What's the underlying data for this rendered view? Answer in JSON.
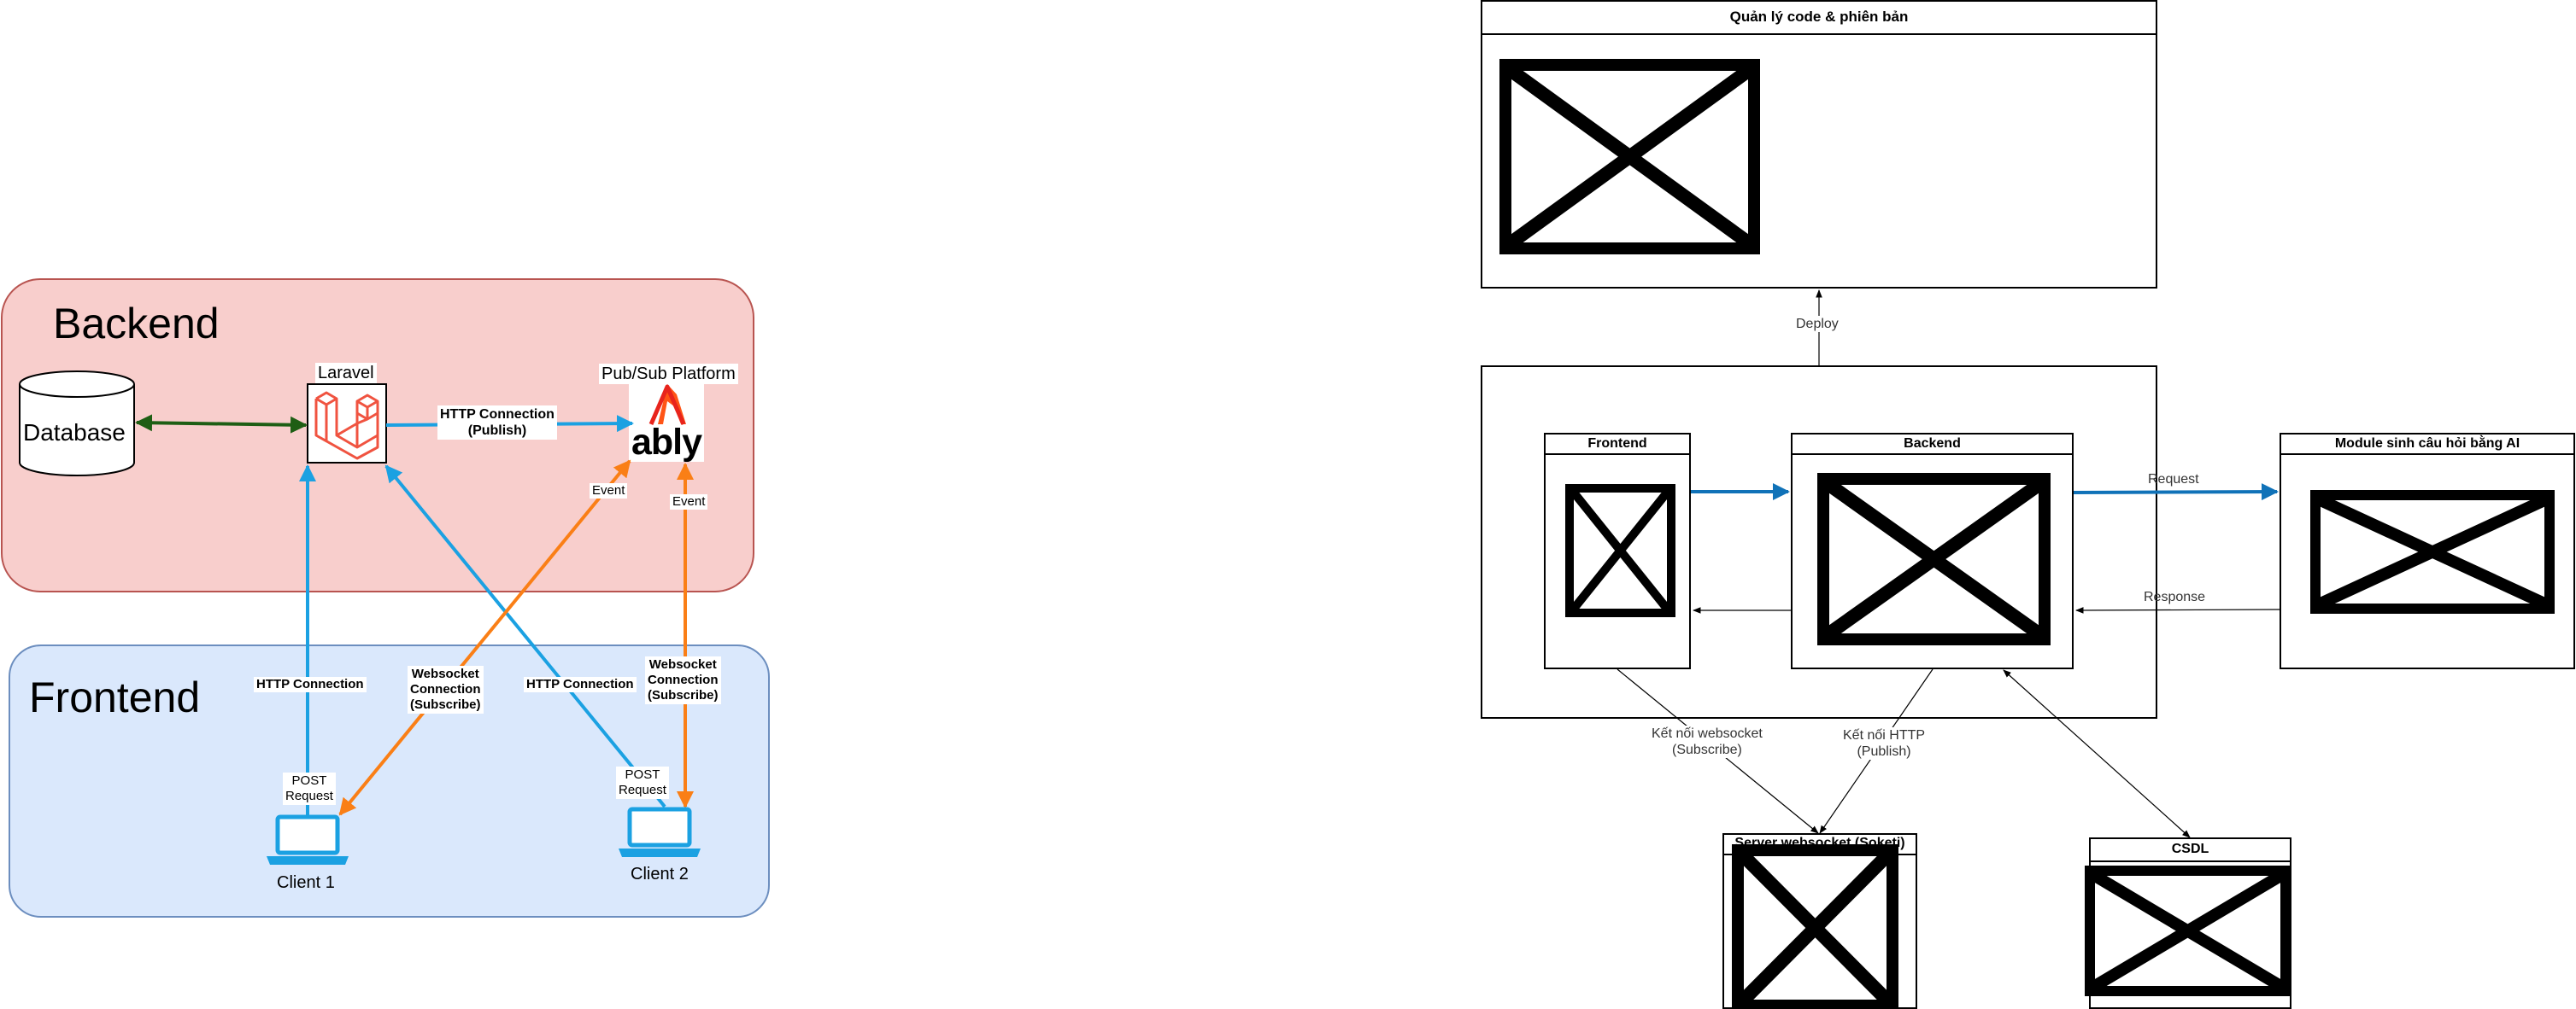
{
  "colors": {
    "backend_zone_fill": "#f8cecc",
    "backend_zone_border": "#b85450",
    "frontend_zone_fill": "#dae8fc",
    "frontend_zone_border": "#6c8ebf",
    "http_arrow": "#1ba1e2",
    "websocket_arrow": "#fa7f16",
    "db_arrow": "#1e5e14",
    "flow_arrow": "#1072b8",
    "laravel_red": "#f05340",
    "ably_orange": "#ff5416",
    "client_blue": "#1ba1e2"
  },
  "left": {
    "backend_title": "Backend",
    "frontend_title": "Frontend",
    "database_label": "Database",
    "laravel_label": "Laravel",
    "pubsub_label": "Pub/Sub Platform",
    "ably_wordmark": "ably",
    "http_publish_label": "HTTP Connection\n(Publish)",
    "event_label_1": "Event",
    "event_label_2": "Event",
    "http_connection_1": "HTTP Connection",
    "http_connection_2": "HTTP Connection",
    "ws_subscribe_1": "Websocket\nConnection\n(Subscribe)",
    "ws_subscribe_2": "Websocket\nConnection\n(Subscribe)",
    "post_request_1": "POST\nRequest",
    "post_request_2": "POST\nRequest",
    "client1_label": "Client 1",
    "client2_label": "Client 2"
  },
  "right": {
    "code_mgmt_title": "Quản lý code & phiên bản",
    "deploy_label": "Deploy",
    "frontend_title": "Frontend",
    "backend_title": "Backend",
    "ai_module_title": "Module sinh câu hỏi bằng AI",
    "request_label": "Request",
    "response_label": "Response",
    "ws_conn_label": "Kết nối websocket\n(Subscribe)",
    "http_conn_label": "Kết nối HTTP\n(Publish)",
    "ws_server_title": "Server websocket (Soketi)",
    "db_title": "CSDL"
  }
}
